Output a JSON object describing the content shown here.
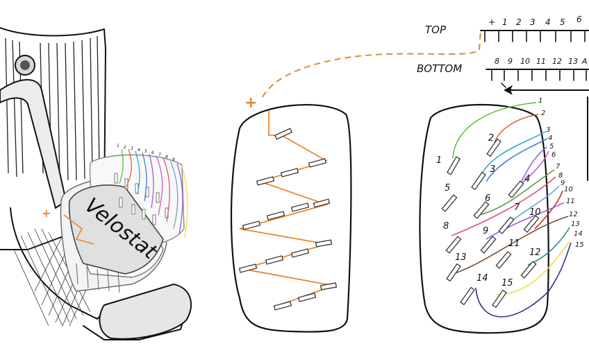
{
  "sock_panel": {
    "label_material": "Velostat",
    "plus_sign": "+"
  },
  "middle_panel": {
    "plus_sign": "+"
  },
  "connector": {
    "top_label": "TOP",
    "bottom_label": "BOTTOM",
    "top_pins": [
      "+",
      "1",
      "2",
      "3",
      "4",
      "5",
      "6"
    ],
    "bottom_pins": [
      "8",
      "9",
      "10",
      "11",
      "12",
      "13",
      "A"
    ]
  },
  "right_panel": {
    "pad_labels": [
      "1",
      "2",
      "3",
      "4",
      "5",
      "6",
      "7",
      "8",
      "9",
      "10",
      "11",
      "12",
      "13",
      "14",
      "15"
    ],
    "wire_labels": [
      "1",
      "2",
      "3",
      "4",
      "5",
      "6",
      "7",
      "8",
      "9",
      "10",
      "11",
      "12",
      "13",
      "14",
      "15"
    ],
    "colors": {
      "wire_1": "#57c43a",
      "wire_2": "#e0623a",
      "wire_3": "#2aa6d6",
      "wire_4": "#3a7fd6",
      "wire_5": "#8f62d6",
      "wire_6": "#c05ad0",
      "wire_7": "#5a9a3a",
      "wire_8": "#e0507a",
      "wire_9": "#6aa0d8",
      "wire_10": "#c03030",
      "wire_11": "#9a5ad0",
      "wire_12": "#7a4a2a",
      "wire_13": "#2a8a8a",
      "wire_14": "#e8e04a",
      "wire_15": "#3a2aa0",
      "accent_orange": "#e8872e"
    }
  }
}
